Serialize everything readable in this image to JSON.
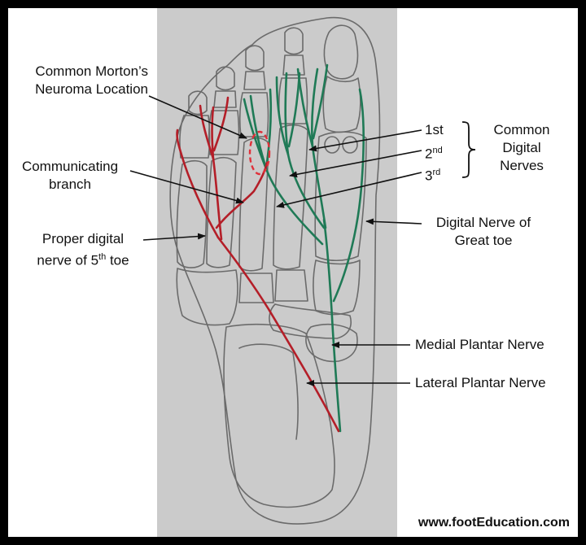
{
  "labels": {
    "morton_line1": "Common Morton’s",
    "morton_line2": "Neuroma Location",
    "communicating_line1": "Communicating",
    "communicating_line2": "branch",
    "proper_line1": "Proper digital",
    "proper_line2_pre": "nerve of 5",
    "proper_line2_sup": "th",
    "proper_line2_post": " toe",
    "nerve_1": "1st",
    "nerve_2_num": "2",
    "nerve_2_sup": "nd",
    "nerve_3_num": "3",
    "nerve_3_sup": "rd",
    "common_line1": "Common",
    "common_line2": "Digital",
    "common_line3": "Nerves",
    "great_toe_line1": "Digital Nerve of",
    "great_toe_line2": "Great toe",
    "medial_plantar": "Medial Plantar Nerve",
    "lateral_plantar": "Lateral Plantar Nerve"
  },
  "watermark": "www.footEducation.com",
  "colors": {
    "paper": "#c9c9c9",
    "pencil": "#6a6a6a",
    "green_nerve": "#1f7a56",
    "red_nerve": "#b41e28",
    "neuroma_marker": "#e0303a",
    "arrow": "#111111"
  }
}
